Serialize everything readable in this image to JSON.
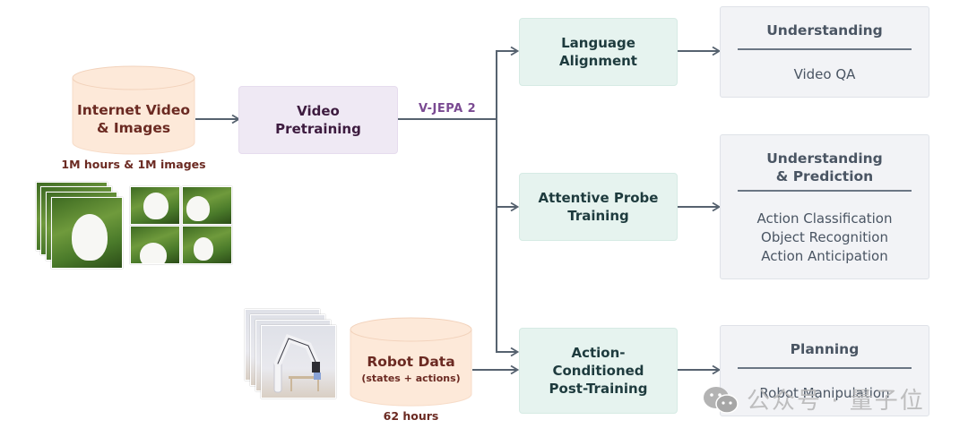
{
  "sources": {
    "internet": {
      "title_line1": "Internet Video",
      "title_line2": "& Images",
      "caption": "1M hours & 1M images",
      "fill_color": "#fde9d9",
      "text_color": "#6b2a22"
    },
    "robot": {
      "title": "Robot Data",
      "subtitle": "(states + actions)",
      "caption": "62 hours",
      "fill_color": "#fde9d9",
      "text_color": "#6b2a22"
    }
  },
  "pretraining": {
    "line1": "Video",
    "line2": "Pretraining",
    "model_label": "V-JEPA 2",
    "fill_color": "#efe9f4",
    "label_color": "#7a4a92"
  },
  "stages": [
    {
      "line1": "Language",
      "line2": "Alignment",
      "line3": ""
    },
    {
      "line1": "Attentive Probe",
      "line2": "Training",
      "line3": ""
    },
    {
      "line1": "Action-",
      "line2": "Conditioned",
      "line3": "Post-Training"
    }
  ],
  "outputs": [
    {
      "title_line1": "Understanding",
      "title_line2": "",
      "items": [
        "Video QA"
      ]
    },
    {
      "title_line1": "Understanding",
      "title_line2": "& Prediction",
      "items": [
        "Action Classification",
        "Object Recognition",
        "Action Anticipation"
      ]
    },
    {
      "title_line1": "Planning",
      "title_line2": "",
      "items": [
        "Robot Manipulation"
      ]
    }
  ],
  "watermark": {
    "icon": "wechat-icon",
    "text": "公众号 · 量子位"
  },
  "colors": {
    "wire": "#56626f",
    "stage_fill": "#e6f3ef",
    "output_fill": "#f2f3f6"
  }
}
